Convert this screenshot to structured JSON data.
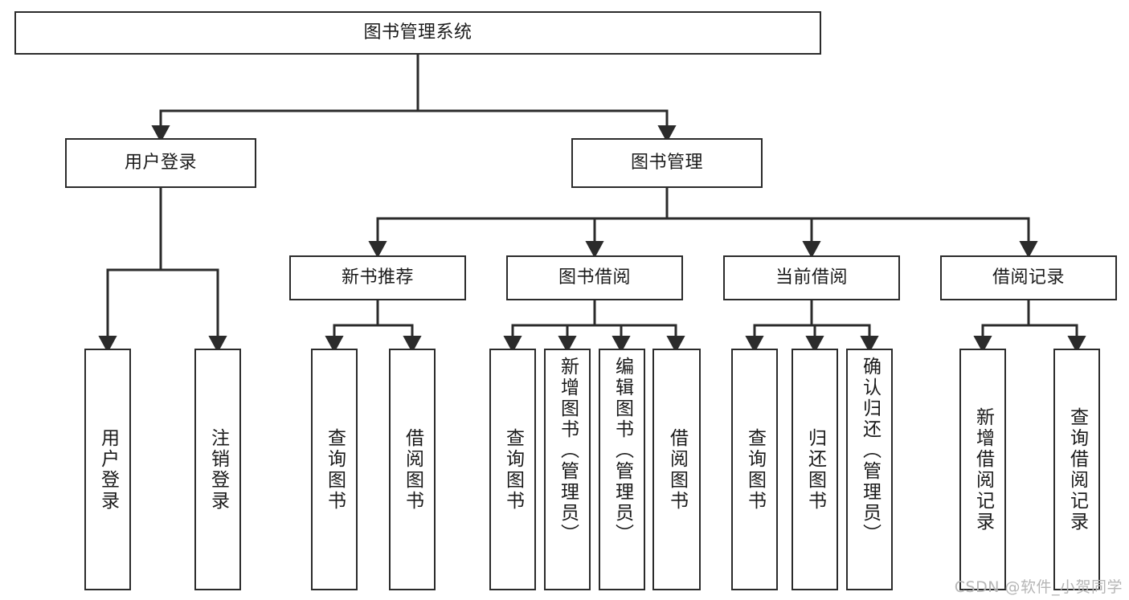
{
  "diagram": {
    "title": "图书管理系统",
    "type": "tree-hierarchy",
    "watermark": "CSDN @软件_小贺同学",
    "colors": {
      "box_border": "#2b2b2b",
      "box_fill": "#ffffff",
      "edge": "#2b2b2b",
      "text": "#1a1a1a",
      "watermark": "#b6b6b6",
      "background": "#ffffff"
    }
  },
  "nodes": {
    "root": {
      "label": "图书管理系统"
    },
    "level2": [
      {
        "id": "user-login",
        "label": "用户登录"
      },
      {
        "id": "book-manage",
        "label": "图书管理"
      }
    ],
    "level3": [
      {
        "id": "new-book-recommend",
        "label": "新书推荐"
      },
      {
        "id": "book-borrow",
        "label": "图书借阅"
      },
      {
        "id": "current-borrow",
        "label": "当前借阅"
      },
      {
        "id": "borrow-record",
        "label": "借阅记录"
      }
    ],
    "leaves": [
      {
        "id": "leaf-user-login",
        "label": "用户登录",
        "parent": "user-login"
      },
      {
        "id": "leaf-user-logout",
        "label": "注销登录",
        "parent": "user-login"
      },
      {
        "id": "leaf-query-book-1",
        "label": "查询图书",
        "parent": "new-book-recommend"
      },
      {
        "id": "leaf-borrow-book-1",
        "label": "借阅图书",
        "parent": "new-book-recommend"
      },
      {
        "id": "leaf-query-book-2",
        "label": "查询图书",
        "parent": "book-borrow"
      },
      {
        "id": "leaf-add-book",
        "label": "新增图书（管理员）",
        "parent": "book-borrow"
      },
      {
        "id": "leaf-edit-book",
        "label": "编辑图书（管理员）",
        "parent": "book-borrow"
      },
      {
        "id": "leaf-borrow-book-2",
        "label": "借阅图书",
        "parent": "book-borrow"
      },
      {
        "id": "leaf-query-book-3",
        "label": "查询图书",
        "parent": "current-borrow"
      },
      {
        "id": "leaf-return-book",
        "label": "归还图书",
        "parent": "current-borrow"
      },
      {
        "id": "leaf-confirm-return",
        "label": "确认归还（管理员）",
        "parent": "current-borrow"
      },
      {
        "id": "leaf-add-record",
        "label": "新增借阅记录",
        "parent": "borrow-record"
      },
      {
        "id": "leaf-query-record",
        "label": "查询借阅记录",
        "parent": "borrow-record"
      }
    ]
  }
}
